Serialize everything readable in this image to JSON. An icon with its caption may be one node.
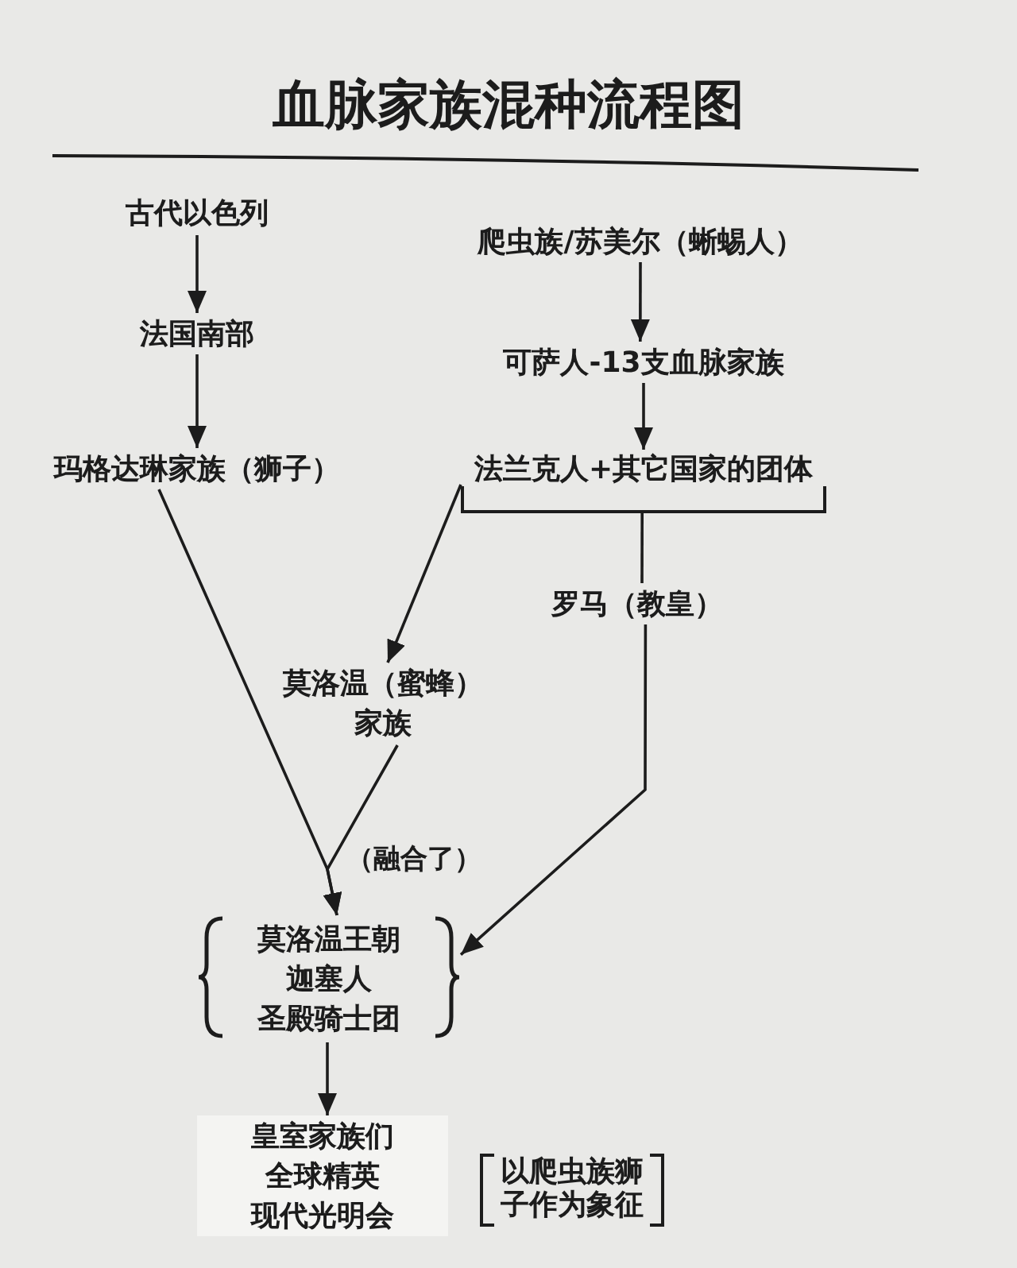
{
  "diagram": {
    "title": "血脉家族混种流程图",
    "nodes": [
      {
        "text": [
          "古代以色列"
        ]
      },
      {
        "text": [
          "法国南部"
        ]
      },
      {
        "text": [
          "玛格达琳家族（狮子）"
        ]
      },
      {
        "text": [
          "爬虫族/苏美尔（蜥蜴人）"
        ]
      },
      {
        "text": [
          "可萨人-13支血脉家族"
        ]
      },
      {
        "text": [
          "法兰克人+其它国家的团体"
        ]
      },
      {
        "text": [
          "罗马（教皇）"
        ]
      },
      {
        "text": [
          "莫洛温（蜜蜂）家族"
        ]
      },
      {
        "text": [
          "莫洛温王朝",
          "迦塞人",
          "圣殿骑士团"
        ]
      },
      {
        "text": [
          "皇室家族们",
          "全球精英",
          "现代光明会"
        ],
        "beside": [
          "以爬虫族狮子作为象征"
        ]
      }
    ],
    "edges": [
      {
        "from": 0,
        "to": 1,
        "arrow": "to"
      },
      {
        "from": 1,
        "to": 2,
        "arrow": "to"
      },
      {
        "from": 3,
        "to": 4,
        "arrow": "to"
      },
      {
        "from": 4,
        "to": 5,
        "arrow": "to"
      },
      {
        "from": 5,
        "to": 6,
        "arrow": "none"
      },
      {
        "from": 5,
        "to": 7,
        "arrow": "to"
      },
      {
        "from": 2,
        "to": 8,
        "arrow": "to"
      },
      {
        "from": 7,
        "to": 8,
        "arrow": "to",
        "label": "（融合了）"
      },
      {
        "from": 6,
        "to": 8,
        "arrow": "to"
      },
      {
        "from": 8,
        "to": 9,
        "arrow": "to"
      }
    ]
  }
}
